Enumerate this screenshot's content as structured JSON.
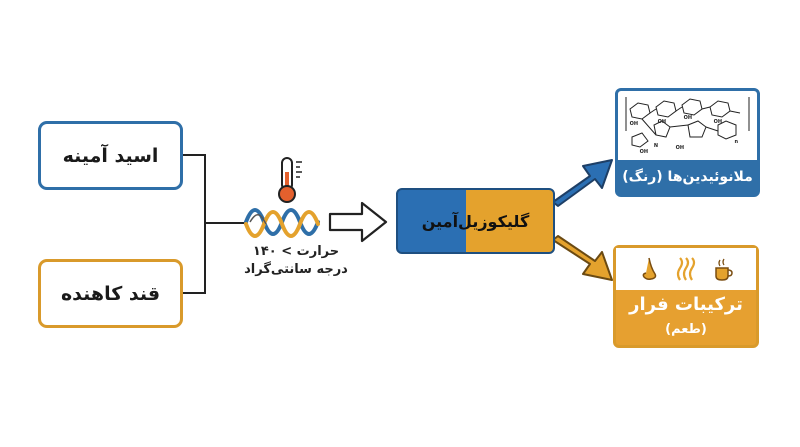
{
  "inputs": {
    "amino_acid": "اسید آمینه",
    "reducing_sugar": "قند کاهنده"
  },
  "condition": {
    "line1": "حرارت > ۱۴۰",
    "line2": "درجه سانتی‌گراد"
  },
  "intermediate": "گلیکوزیل‌آمین",
  "outputs": {
    "melanoidins": "ملانوئیدین‌ها (رنگ)",
    "volatiles_title": "ترکیبات فرار",
    "volatiles_subtitle": "(طعم)",
    "icons": [
      "nose-icon",
      "steam-icon",
      "coffee-cup-icon"
    ]
  },
  "colors": {
    "blue": "#2f6fa8",
    "orange": "#e4a22d",
    "line": "#222222"
  }
}
